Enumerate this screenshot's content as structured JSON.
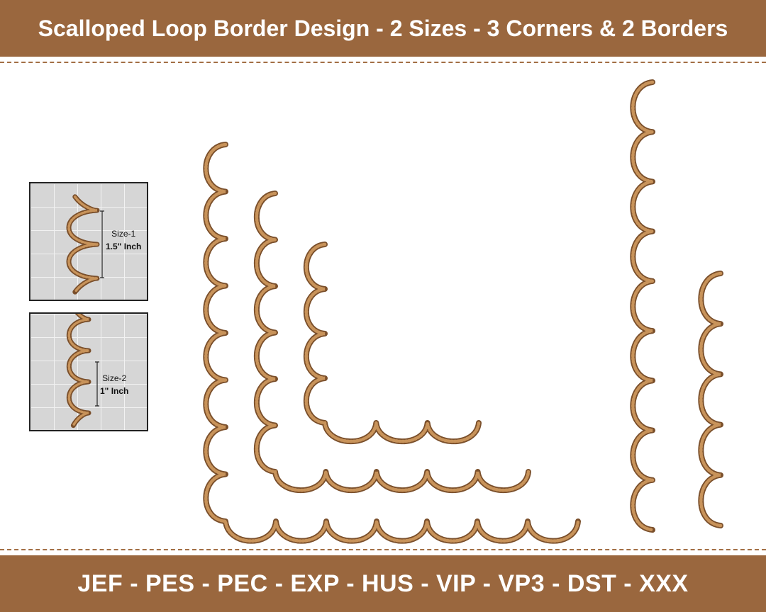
{
  "header": {
    "title": "Scalloped Loop Border Design - 2 Sizes - 3 Corners & 2 Borders"
  },
  "footer": {
    "formats": "JEF - PES - PEC - EXP - HUS - VIP - VP3 - DST - XXX"
  },
  "size_panels": [
    {
      "name": "Size-1",
      "size": "1.5\" Inch"
    },
    {
      "name": "Size-2",
      "size": "1\" Inch"
    }
  ],
  "colors": {
    "banner": "#9a673e",
    "dash": "#a36f45",
    "thread_dark": "#7a4f2b",
    "thread_light": "#c8935a",
    "panel_bg": "#d6d6d6"
  }
}
